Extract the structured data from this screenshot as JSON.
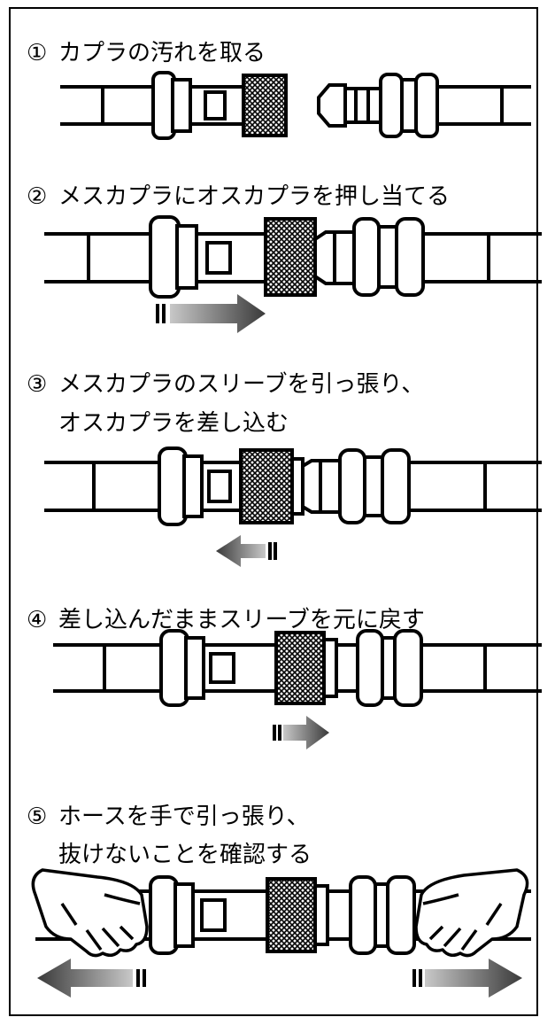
{
  "steps": [
    {
      "number": "①",
      "lines": [
        "カプラの汚れを取る"
      ]
    },
    {
      "number": "②",
      "lines": [
        "メスカプラにオスカプラを押し当てる"
      ]
    },
    {
      "number": "③",
      "lines": [
        "メスカプラのスリーブを引っ張り、",
        "オスカプラを差し込む"
      ]
    },
    {
      "number": "④",
      "lines": [
        "差し込んだままスリーブを元に戻す"
      ]
    },
    {
      "number": "⑤",
      "lines": [
        "ホースを手で引っ張り、",
        "抜けないことを確認する"
      ]
    }
  ],
  "colors": {
    "line": "#000000",
    "arrow": "#555555",
    "background": "#ffffff"
  }
}
